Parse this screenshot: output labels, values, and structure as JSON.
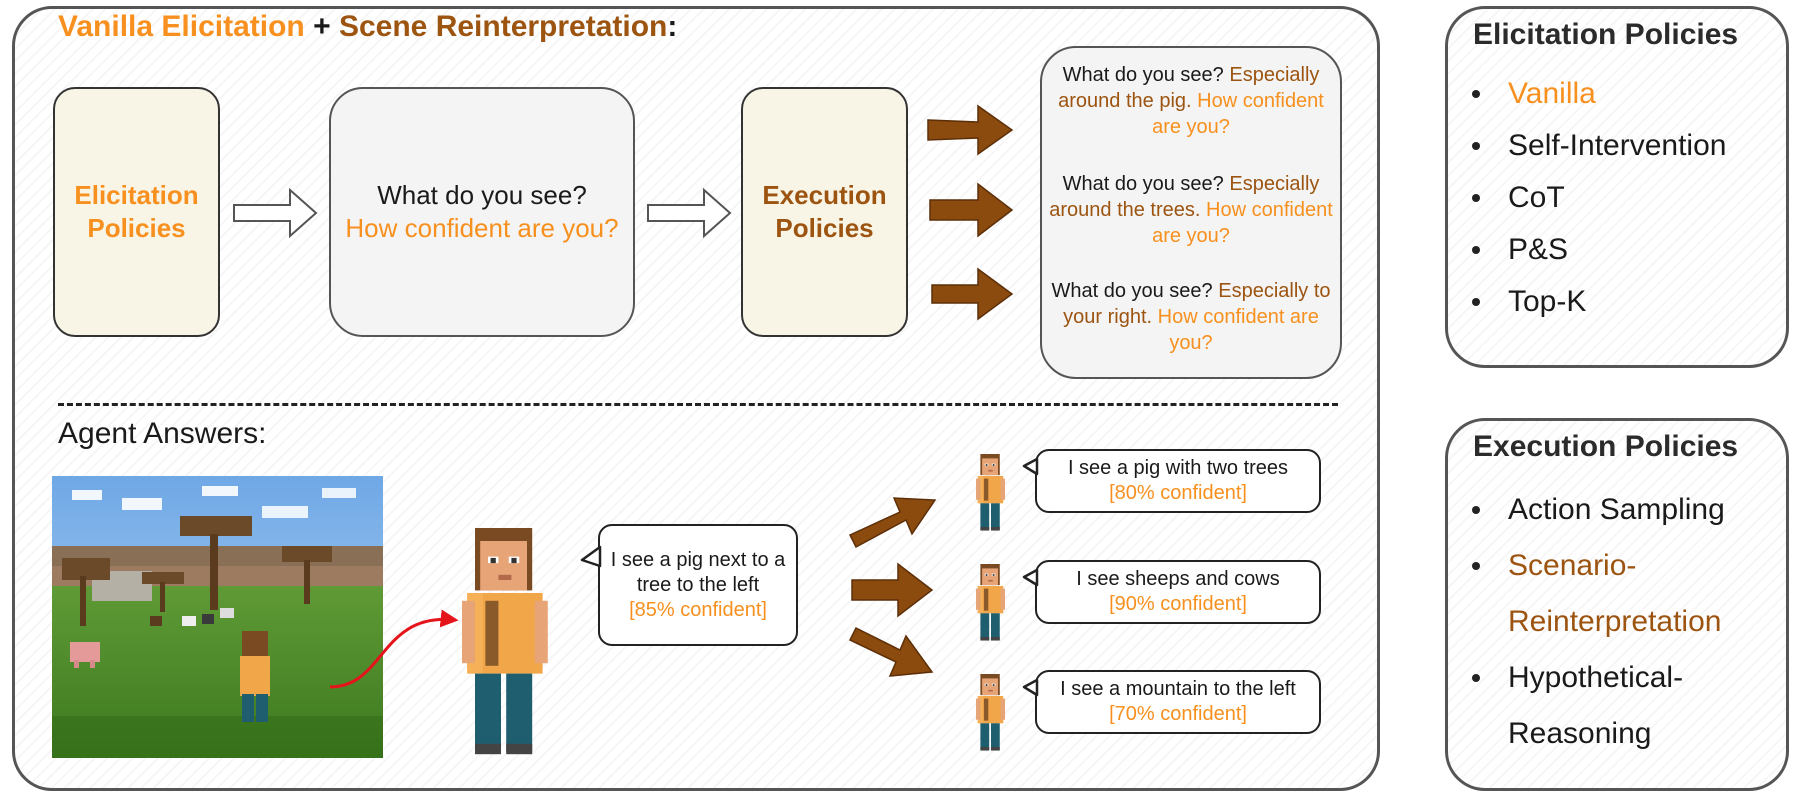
{
  "header": {
    "part1": "Vanilla Elicitation",
    "plus": "+",
    "part2": "Scene Reinterpretation",
    "colon": ":"
  },
  "flow": {
    "elicitation_box": {
      "line1": "Elicitation",
      "line2": "Policies"
    },
    "question_box": {
      "question": "What do you see?",
      "confidence": "How confident are you?"
    },
    "execution_box": {
      "line1": "Execution",
      "line2": "Policies"
    },
    "prompts": [
      {
        "parts": [
          {
            "text": "What do you see? ",
            "color": "black"
          },
          {
            "text": "Especially around the pig. ",
            "color": "brown"
          },
          {
            "text": "How confident are you?",
            "color": "orange"
          }
        ]
      },
      {
        "parts": [
          {
            "text": "What do you see? ",
            "color": "black"
          },
          {
            "text": "Especially around the trees. ",
            "color": "brown"
          },
          {
            "text": "How confident are you?",
            "color": "orange"
          }
        ]
      },
      {
        "parts": [
          {
            "text": "What do you see? ",
            "color": "black"
          },
          {
            "text": "Especially to your right. ",
            "color": "brown"
          },
          {
            "text": "How confident are you?",
            "color": "orange"
          }
        ]
      }
    ]
  },
  "answers": {
    "title": "Agent Answers:",
    "initial": {
      "text": "I see a pig next to a tree to the left",
      "confidence": "[85% confident]"
    },
    "final": [
      {
        "text": "I see a pig with two trees",
        "confidence": "[80% confident]"
      },
      {
        "text": "I see sheeps and cows",
        "confidence": "[90% confident]"
      },
      {
        "text": "I see a mountain to the left",
        "confidence": "[70% confident]"
      }
    ]
  },
  "elicitation_policies": {
    "title": "Elicitation Policies",
    "items": [
      "Vanilla",
      "Self-Intervention",
      "CoT",
      "P&S",
      "Top-K"
    ],
    "highlight_index": 0
  },
  "execution_policies": {
    "title": "Execution Policies",
    "items": [
      "Action Sampling",
      "Scenario-",
      "Reinterpretation",
      "Hypothetical-",
      "Reasoning"
    ],
    "highlight_indices": [
      1,
      2
    ]
  },
  "colors": {
    "orange": "#f7901e",
    "brown": "#9c5410",
    "beige": "#f8f5e7",
    "arrow_brown": "#8b4a0e",
    "red_arrow": "#e5141b"
  }
}
